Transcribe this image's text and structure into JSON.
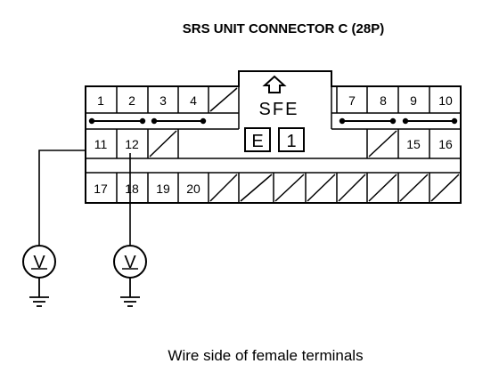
{
  "title": "SRS UNIT CONNECTOR C (28P)",
  "caption": "Wire side of female terminals",
  "connector": {
    "label": "SFE",
    "code_letter": "E",
    "code_number": "1",
    "pins": {
      "p1": "1",
      "p2": "2",
      "p3": "3",
      "p4": "4",
      "p7": "7",
      "p8": "8",
      "p9": "9",
      "p10": "10",
      "p11": "11",
      "p12": "12",
      "p15": "15",
      "p16": "16",
      "p17": "17",
      "p18": "18",
      "p19": "19",
      "p20": "20"
    }
  },
  "meters": {
    "left": "V",
    "right": "V"
  }
}
